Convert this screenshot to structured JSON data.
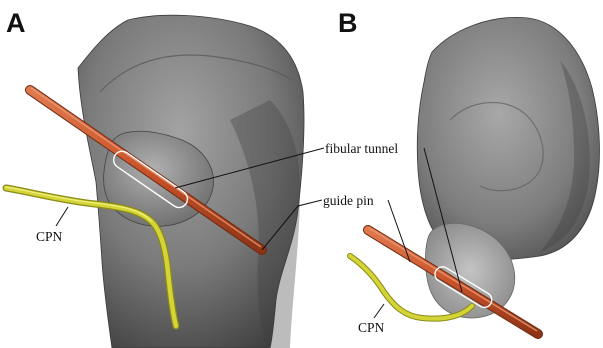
{
  "panels": [
    {
      "letter": "A"
    },
    {
      "letter": "B"
    }
  ],
  "labels": {
    "fibular_tunnel": "fibular tunnel",
    "guide_pin": "guide pin",
    "cpn_a": "CPN",
    "cpn_b": "CPN"
  },
  "colors": {
    "bone": "#7d7d7d",
    "bone_dark": "#4a4a4a",
    "guide_pin": "#c9532a",
    "nerve": "#c8c830",
    "tunnel_outline": "#ffffff"
  }
}
